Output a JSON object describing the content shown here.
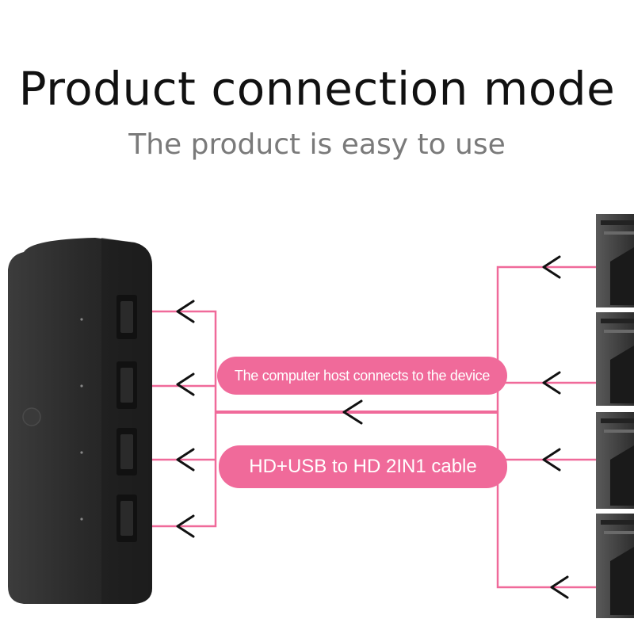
{
  "header": {
    "title": "Product connection mode",
    "subtitle": "The product is easy to use"
  },
  "labels": {
    "host_connection": "The computer host connects to the device",
    "cable_type": "HD+USB to HD 2IN1 cable"
  },
  "colors": {
    "line": "#f06a9a",
    "pill": "#f06a9a",
    "device_body": "#2b2b2b",
    "computer_body": "#3a3a3a"
  },
  "diagram": {
    "switch_ports": 4,
    "computers": 4
  }
}
